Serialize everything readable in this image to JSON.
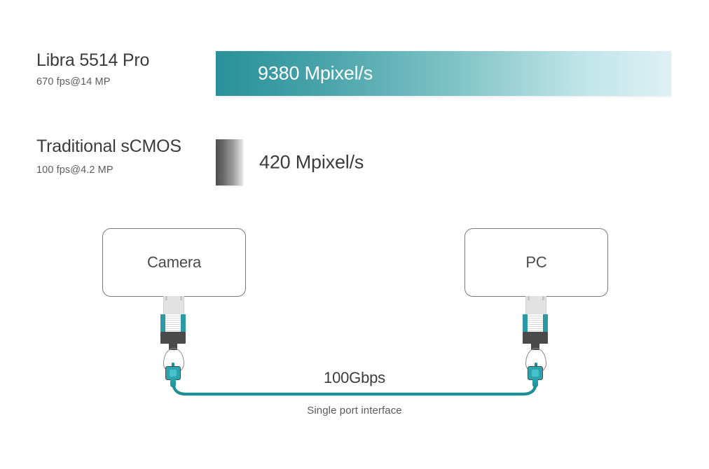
{
  "comparison": {
    "rows": [
      {
        "id": "libra",
        "title": "Libra 5514 Pro",
        "subtitle": "670 fps@14 MP",
        "value": "9380 Mpixel/s",
        "bar_style": "teal-gradient",
        "bar_color_start": "#2a9199",
        "bar_color_end": "#ddf1f3"
      },
      {
        "id": "scmos",
        "title": "Traditional sCMOS",
        "subtitle": "100 fps@4.2 MP",
        "value": "420 Mpixel/s",
        "bar_style": "grey-gradient",
        "bar_color_start": "#4f4f4f",
        "bar_color_end": "#e6e6e6"
      }
    ]
  },
  "chart_data": {
    "type": "bar",
    "title": "",
    "orientation": "horizontal",
    "categories": [
      "Libra 5514 Pro",
      "Traditional sCMOS"
    ],
    "values": [
      9380,
      420
    ],
    "value_labels": [
      "9380 Mpixel/s",
      "420 Mpixel/s"
    ],
    "sublabels": [
      "670 fps@14 MP",
      "100 fps@4.2 MP"
    ],
    "unit": "Mpixel/s",
    "xlabel": "",
    "ylabel": "",
    "xlim": [
      0,
      9380
    ],
    "grid": false,
    "legend": "none",
    "series_colors": [
      "#2a9199",
      "#4f4f4f"
    ]
  },
  "diagram": {
    "nodes": [
      {
        "id": "camera",
        "label": "Camera"
      },
      {
        "id": "pc",
        "label": "PC"
      }
    ],
    "link": {
      "speed": "100Gbps",
      "caption": "Single port interface",
      "cable_color": "#1d8f96"
    },
    "connector_colors": {
      "housing": "#e2e2e2",
      "accent": "#2b9aa3",
      "base": "#4a4a4a",
      "plug": "#2ba4ad"
    }
  }
}
